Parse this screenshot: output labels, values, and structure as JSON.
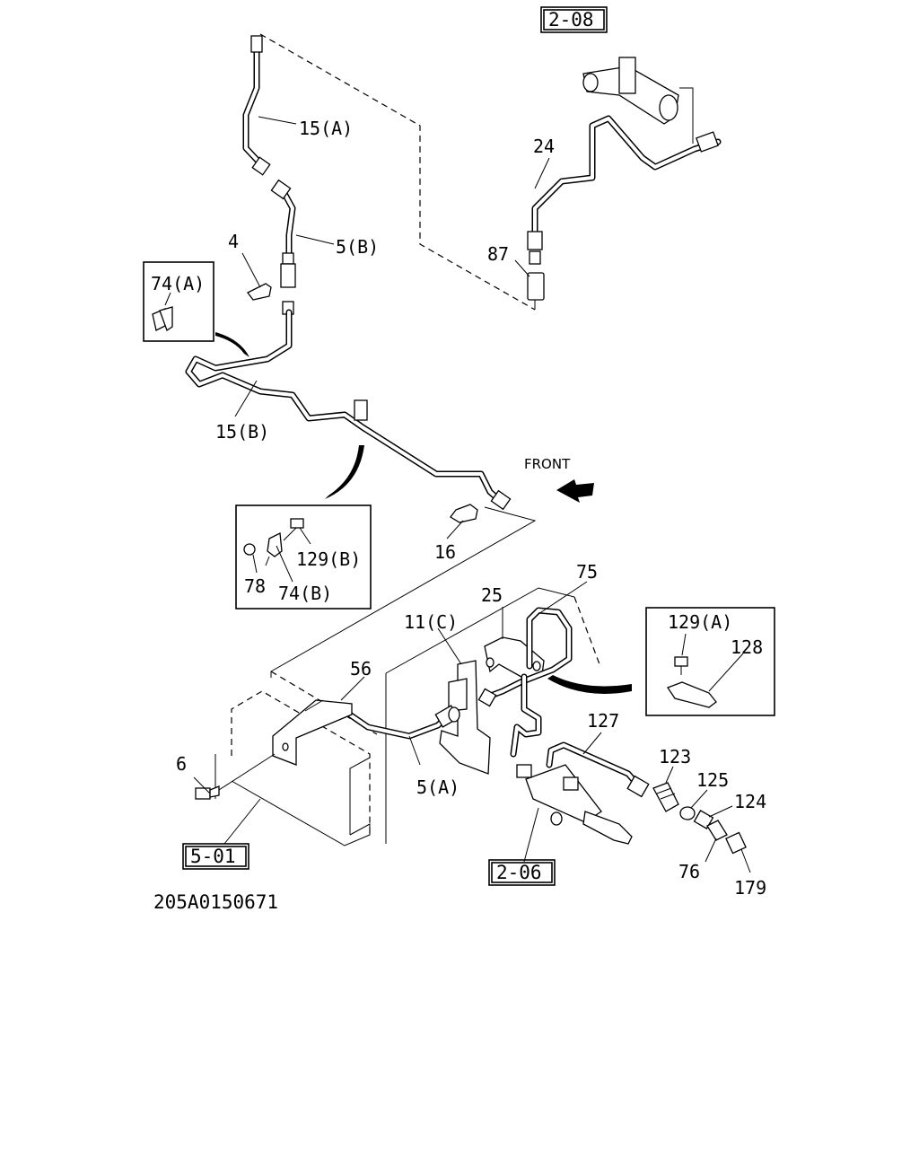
{
  "figure_code": "205A0150671",
  "front_label": "FRONT",
  "refs": {
    "r208": "2-08",
    "r501": "5-01",
    "r206": "2-06"
  },
  "parts": {
    "p15a": "15(A)",
    "p5b": "5(B)",
    "p4": "4",
    "p74a": "74(A)",
    "p15b": "15(B)",
    "p24": "24",
    "p87": "87",
    "p16": "16",
    "p129b": "129(B)",
    "p78": "78",
    "p74b": "74(B)",
    "p75": "75",
    "p25": "25",
    "p11c": "11(C)",
    "p56": "56",
    "p129a": "129(A)",
    "p128": "128",
    "p127": "127",
    "p123": "123",
    "p125": "125",
    "p124": "124",
    "p6": "6",
    "p5a": "5(A)",
    "p76": "76",
    "p179": "179"
  }
}
